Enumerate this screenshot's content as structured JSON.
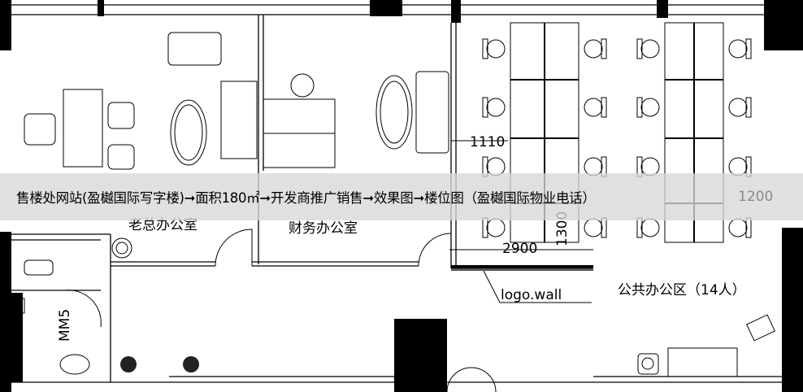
{
  "banner": {
    "text": "售楼处网站(盈樾国际写字楼)➞面积180㎡➞开发商推广销售➞效果图➞楼位图（盈樾国际物业电话）"
  },
  "rooms": {
    "boss_office": "老总办公室",
    "finance_office": "财务办公室",
    "public_office": "公共办公区（14人）"
  },
  "labels": {
    "logo_wall": "logo.wall",
    "door_tag": "MM5"
  },
  "dimensions": {
    "d1110": "1110",
    "d2900": "2900",
    "d1300": "1300",
    "d1200": "1200"
  }
}
